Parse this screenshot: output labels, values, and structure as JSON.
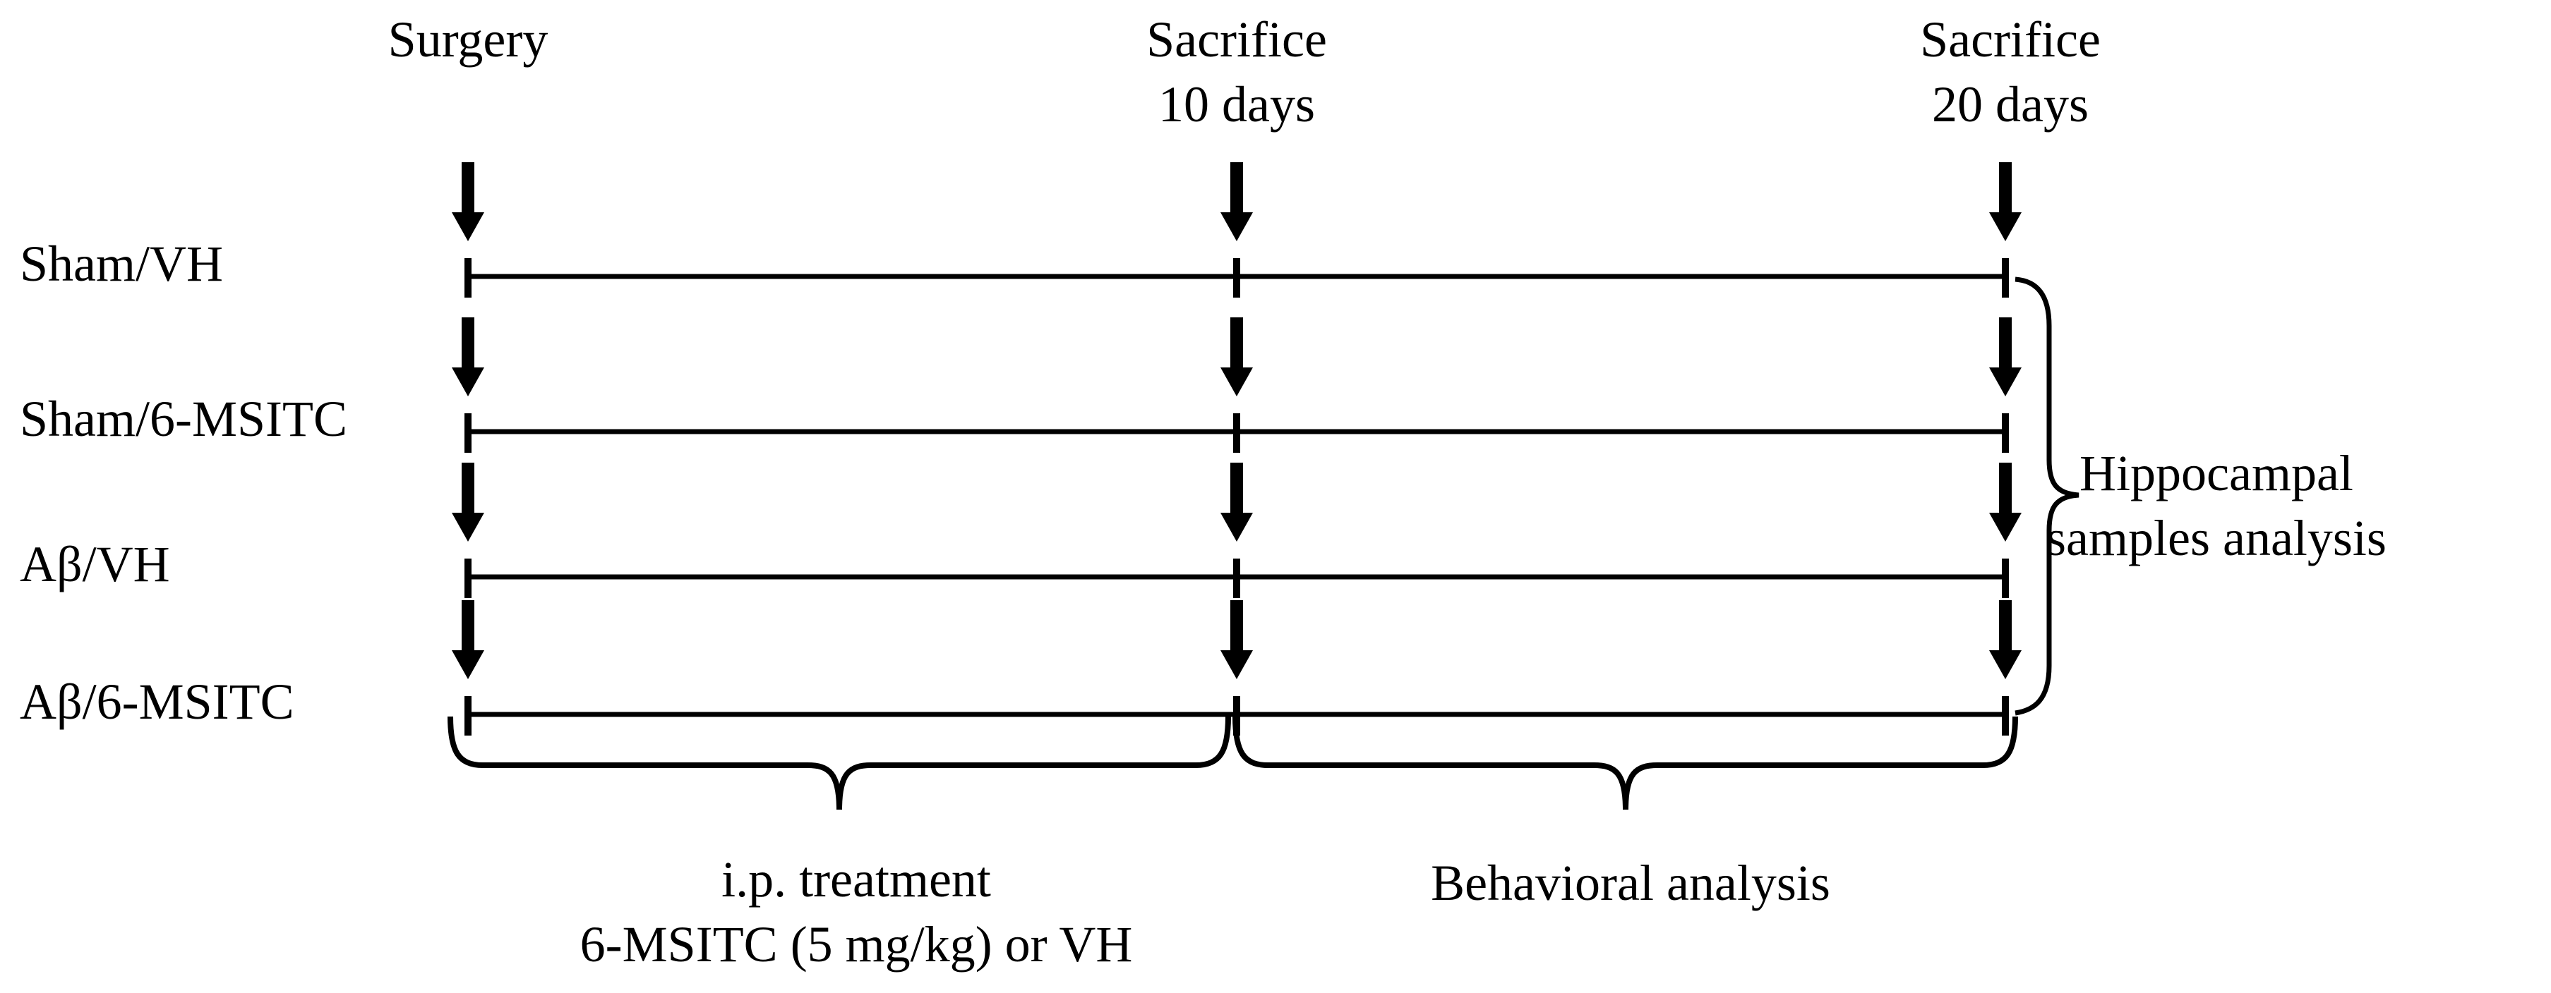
{
  "figure": {
    "background_color": "#ffffff",
    "ink_color": "#000000",
    "timepoints": [
      {
        "title": "Surgery",
        "subtitle": ""
      },
      {
        "title": "Sacrifice",
        "subtitle": "10 days"
      },
      {
        "title": "Sacrifice",
        "subtitle": "20 days"
      }
    ],
    "groups": [
      {
        "name": "Sham/VH"
      },
      {
        "name": "Sham/6-MSITC"
      },
      {
        "name": "Aβ/VH"
      },
      {
        "name": "Aβ/6-MSITC"
      }
    ],
    "annotations": {
      "hippocampal_line1": "Hippocampal",
      "hippocampal_line2": "samples analysis",
      "treatment_line1": "i.p. treatment",
      "treatment_line2": "6-MSITC (5 mg/kg) or VH",
      "behavioral": "Behavioral analysis"
    }
  }
}
